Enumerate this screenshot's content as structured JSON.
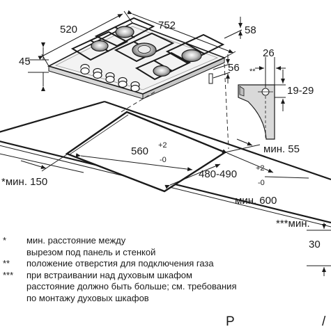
{
  "dims": {
    "width_top": "752",
    "depth_top": "520",
    "height": "45",
    "right_58": "58",
    "right_56": "56",
    "gas_26": "26",
    "gas_marker": "**",
    "gas_1929": "19-29",
    "cut_width_base": "560",
    "cut_width_tol_up": "+2",
    "cut_width_tol_dn": "-0",
    "cut_depth_base": "480-490",
    "cut_depth_tol_up": "+2",
    "cut_depth_tol_dn": "-0",
    "min_55": "мин. 55",
    "min_150": "*мин. 150",
    "min_600": "мин. 600",
    "min_30_label": "***мин.",
    "min_30_value": "30"
  },
  "notes": [
    {
      "mark": "*",
      "text": "мин. расстояние между"
    },
    {
      "mark": "",
      "text": "вырезом под панель и стенкой"
    },
    {
      "mark": "**",
      "text": "положение отверстия для подключения газа"
    },
    {
      "mark": "***",
      "text": "при встраивании над духовым шкафом"
    },
    {
      "mark": "",
      "text": "расстояние должно быть больше; см. требования"
    },
    {
      "mark": "",
      "text": "по монтажу духовых шкафов"
    }
  ],
  "corner": {
    "left": "P",
    "right": "/"
  }
}
